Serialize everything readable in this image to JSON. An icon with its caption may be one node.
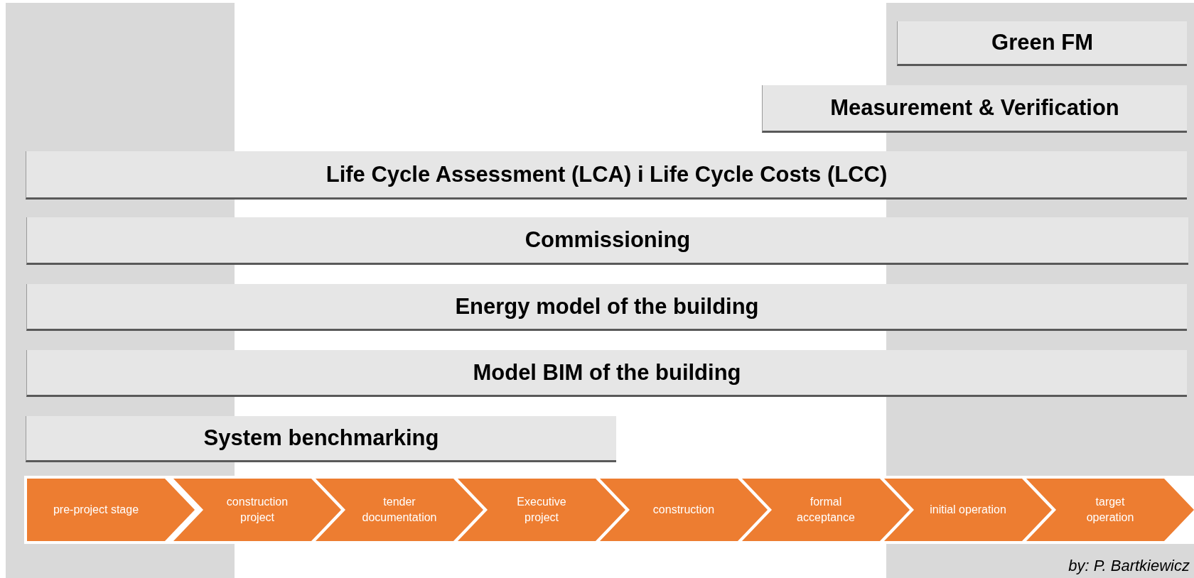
{
  "diagram": {
    "nodes": [
      {
        "text": [
          "Green FM"
        ]
      },
      {
        "text": [
          "Measurement & Verification"
        ]
      },
      {
        "text": [
          "Life Cycle Assessment (LCA) i Life Cycle Costs (LCC)"
        ]
      },
      {
        "text": [
          "Commissioning"
        ]
      },
      {
        "text": [
          "Energy model of the building"
        ]
      },
      {
        "text": [
          "Model BIM of the building"
        ]
      },
      {
        "text": [
          "System benchmarking"
        ]
      },
      {
        "text": [
          "pre-project stage"
        ]
      },
      {
        "text": [
          "construction project"
        ]
      },
      {
        "text": [
          "tender documentation"
        ]
      },
      {
        "text": [
          "Executive project"
        ]
      },
      {
        "text": [
          "construction"
        ]
      },
      {
        "text": [
          "formal acceptance"
        ]
      },
      {
        "text": [
          "initial operation"
        ]
      },
      {
        "text": [
          "target operation"
        ]
      }
    ],
    "edges": [],
    "labels": [
      "by: P. Bartkiewicz"
    ]
  }
}
